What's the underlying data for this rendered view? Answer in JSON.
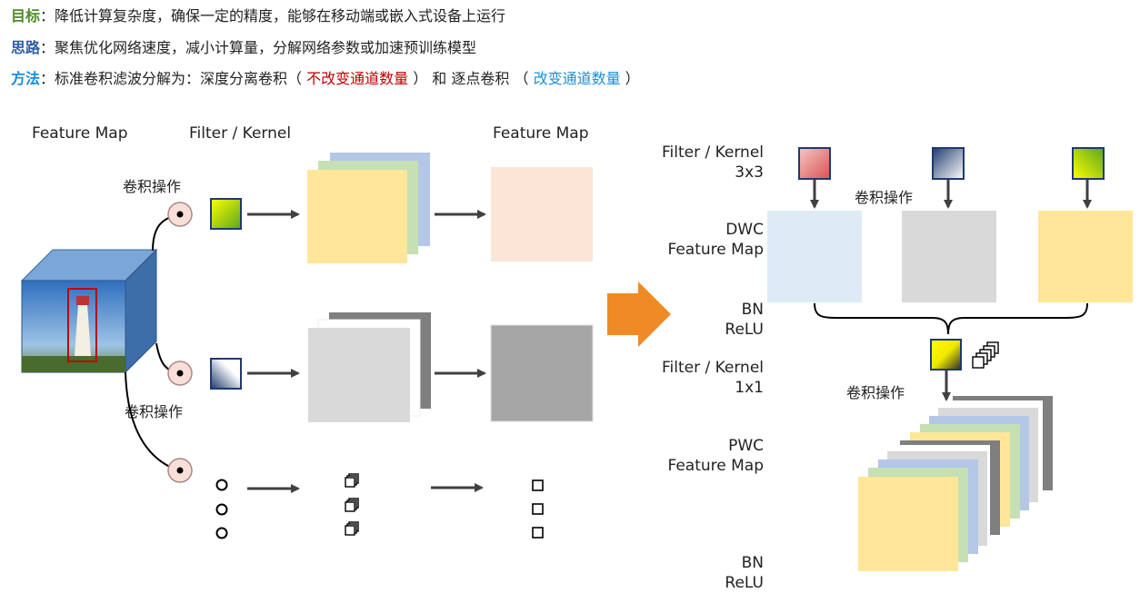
{
  "header": {
    "goal": {
      "keyword": "目标",
      "text": "：降低计算复杂度，确保一定的精度，能够在移动端或嵌入式设备上运行",
      "color": "#4e8a2a"
    },
    "idea": {
      "keyword": "思路",
      "text": "：聚焦优化网络速度，减小计算量，分解网络参数或加速预训练模型",
      "color": "#2e5fa6"
    },
    "method": {
      "keyword": "方法",
      "color": "#1a8fd9",
      "t1": "：标准卷积滤波分解为：深度分离卷积（ ",
      "red": "不改变通道数量",
      "t2": " ） 和 逐点卷积 （ ",
      "blue": "改变通道数量",
      "t3": " ）"
    }
  },
  "left": {
    "feature_map_in": "Feature Map",
    "filter_kernel": "Filter / Kernel",
    "feature_map_out": "Feature Map",
    "conv_op_top": "卷积操作",
    "conv_op_bottom": "卷积操作"
  },
  "right": {
    "filter_3x3": [
      "Filter / Kernel",
      "3x3"
    ],
    "conv_op_1": "卷积操作",
    "dwc": [
      "DWC",
      "Feature Map"
    ],
    "bn_relu_1": [
      "BN",
      "ReLU"
    ],
    "filter_1x1": [
      "Filter / Kernel",
      "1x1"
    ],
    "conv_op_2": "卷积操作",
    "pwc": [
      "PWC",
      "Feature Map"
    ],
    "bn_relu_2": [
      "BN",
      "ReLU"
    ]
  },
  "colors": {
    "yellow": "#ffe699",
    "green": "#c5e0b4",
    "blue": "#b4c7e7",
    "peach": "#fbe5d6",
    "lightgray": "#d9d9d9",
    "midgray": "#a6a6a6",
    "darkgray": "#7f7f7f",
    "lightblue": "#deebf7",
    "orange": "#f08a24",
    "red": "#c00000",
    "accentblue": "#1a8fd9"
  },
  "icons": [
    "dot-product-icon",
    "cube-image-icon",
    "stack-icon",
    "small-square-icon",
    "small-circle-icon",
    "arrow-right-icon",
    "arrow-down-icon"
  ]
}
